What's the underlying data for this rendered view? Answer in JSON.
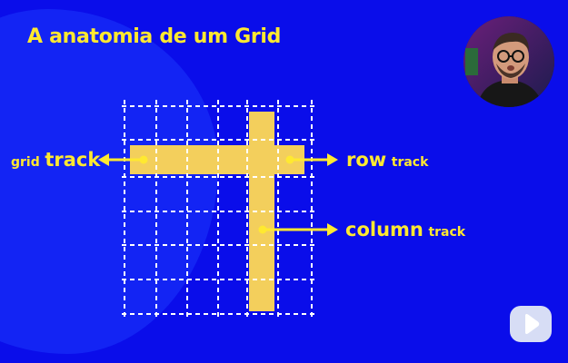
{
  "slide": {
    "title": "A anatomia de um Grid",
    "labels": {
      "grid_track_small": "grid",
      "grid_track_big": "track",
      "row_track_big": "row",
      "row_track_small": "track",
      "column_track_big": "column",
      "column_track_small": "track"
    },
    "colors": {
      "background": "#0a0dea",
      "accent_yellow": "#ffe930",
      "track_fill": "#f3cf5c"
    },
    "icons": {
      "play_button": "play-icon",
      "presenter": "presenter-avatar"
    }
  }
}
